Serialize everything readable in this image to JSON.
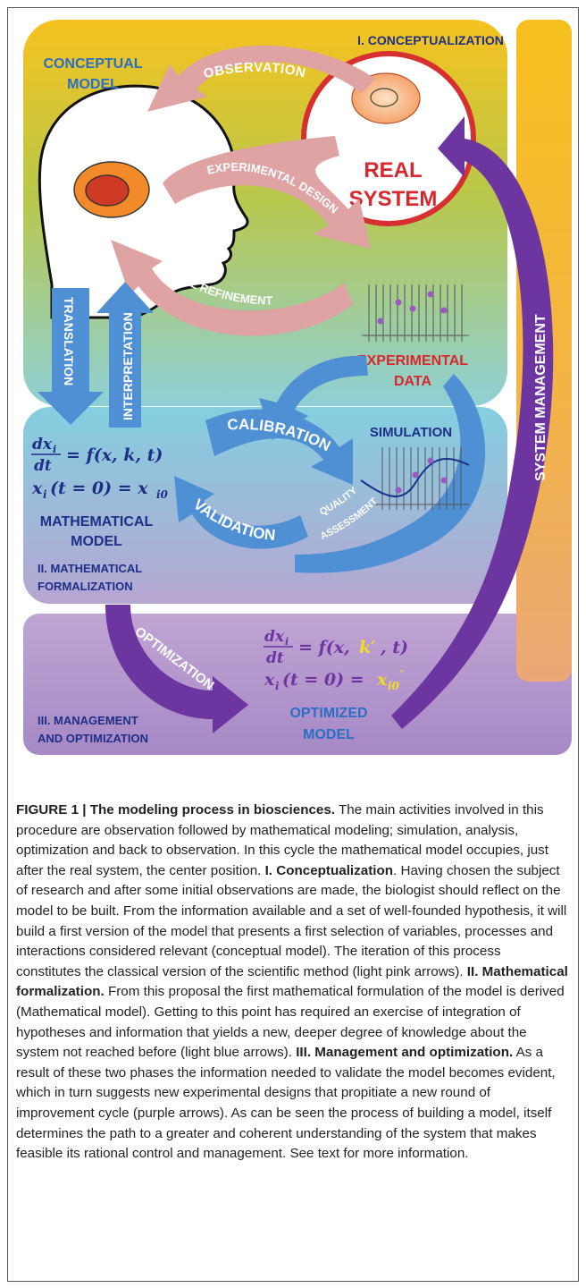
{
  "sections": {
    "s1": "I. CONCEPTUALIZATION",
    "s2_line1": "II. MATHEMATICAL",
    "s2_line2": "FORMALIZATION",
    "s3_line1": "III. MANAGEMENT",
    "s3_line2": "AND OPTIMIZATION"
  },
  "labels": {
    "conceptual_line1": "CONCEPTUAL",
    "conceptual_line2": "MODEL",
    "real_line1": "REAL",
    "real_line2": "SYSTEM",
    "experimental_line1": "EXPERIMENTAL",
    "experimental_line2": "DATA",
    "simulation": "SIMULATION",
    "mathematical_line1": "MATHEMATICAL",
    "mathematical_line2": "MODEL",
    "optimized_line1": "OPTIMIZED",
    "optimized_line2": "MODEL"
  },
  "arrows": {
    "observation": "OBSERVATION",
    "experimental_design": "EXPERIMENTAL DESIGN",
    "model_refinement": "MODEL REFINEMENT",
    "translation": "TRANSLATION",
    "interpretation": "INTERPRETATION",
    "calibration": "CALIBRATION",
    "validation": "VALIDATION",
    "quality_line1": "QUALITY",
    "quality_line2": "ASSESSMENT",
    "optimization": "OPTIMIZATION",
    "system_management": "SYSTEM MANAGEMENT"
  },
  "equations": {
    "m1_num": "dx",
    "m1_sub": "i",
    "m1_den": "dt",
    "m1_rhs": "= f(x, k, t)",
    "m2": "x",
    "m2_sub": "i",
    "m2_rest": "(t = 0) = x",
    "m2_sub2": "i0",
    "o1_num": "dx",
    "o1_sub": "i",
    "o1_den": "dt",
    "o1_rhs_a": "= f(x, ",
    "o1_rhs_k": "k′",
    "o1_rhs_b": ", t)",
    "o2": "x",
    "o2_sub": "i",
    "o2_rest": "(t = 0) = ",
    "o2_x": "x",
    "o2_sub2": "i0",
    "o2_prime": "′"
  },
  "caption": {
    "fig_label": "FIGURE 1 | The modeling process in biosciences.",
    "intro": " The main activities involved in this procedure are observation followed by mathematical modeling; simulation, analysis, optimization and back to observation. In this cycle the mathematical model occupies, just after the real system, the center position. ",
    "h1": "I. Conceptualization",
    "t1": ". Having chosen the subject of research and after some initial observations are made, the biologist should reflect on the model to be built. From the information available and a set of well-founded hypothesis, it will build a first version of the model that presents a first selection of variables, processes and interactions considered relevant (conceptual model). The iteration of this process constitutes the classical version of the scientific method (light pink arrows). ",
    "h2": "II. Mathematical formalization.",
    "t2": " From this proposal the first mathematical formulation of the model is derived (Mathematical model). Getting to this point has required an exercise of integration of hypotheses and information that yields a new, deeper degree of knowledge about the system not reached before (light blue arrows). ",
    "h3": "III. Management and optimization.",
    "t3": " As a result of these two phases the information needed to validate the model becomes evident, which in turn suggests new experimental designs that propitiate a new round of improvement cycle (purple arrows). As can be seen the process of building a model, itself determines the path to a greater and coherent understanding of the system that makes feasible its rational control and management. See text for more information."
  },
  "colors": {
    "pink_arrow": "#dfa3a3",
    "blue_arrow": "#4f8fd4",
    "purple_arrow": "#6d35a0",
    "title_blue": "#2a6fc4",
    "title_red": "#d8282d",
    "navy": "#1d2f87",
    "yellow": "#f0e020"
  }
}
